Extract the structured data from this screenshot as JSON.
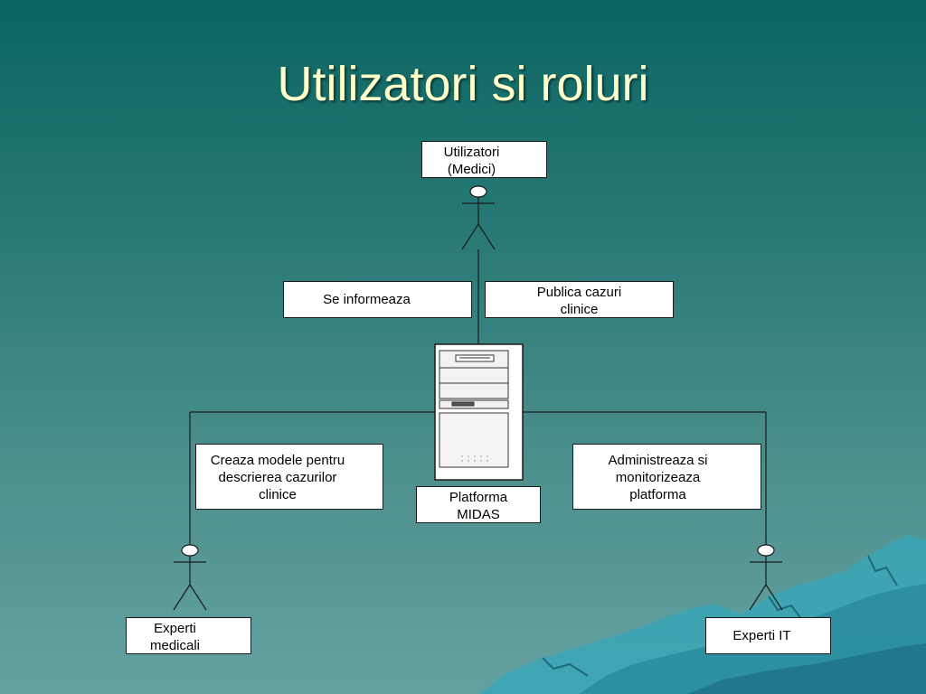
{
  "title": "Utilizatori si roluri",
  "nodes": {
    "utilizatori": "Utilizatori (Medici)",
    "se_informeaza": "Se informeaza",
    "publica_cazuri": "Publica cazuri clinice",
    "platforma": "Platforma MIDAS",
    "creaza_modele": "Creaza modele pentru descrierea cazurilor clinice",
    "administreaza": "Administreaza si monitorizeaza platforma",
    "experti_medicali": "Experti medicali",
    "experti_it": "Experti IT"
  },
  "icons": [
    "actor-icon",
    "computer-tower-icon",
    "mountain-decoration"
  ],
  "colors": {
    "background_top": "#0b6561",
    "background_bottom": "#64a2a1",
    "title": "#ffffcc",
    "mountain": "#3aa6b5"
  }
}
